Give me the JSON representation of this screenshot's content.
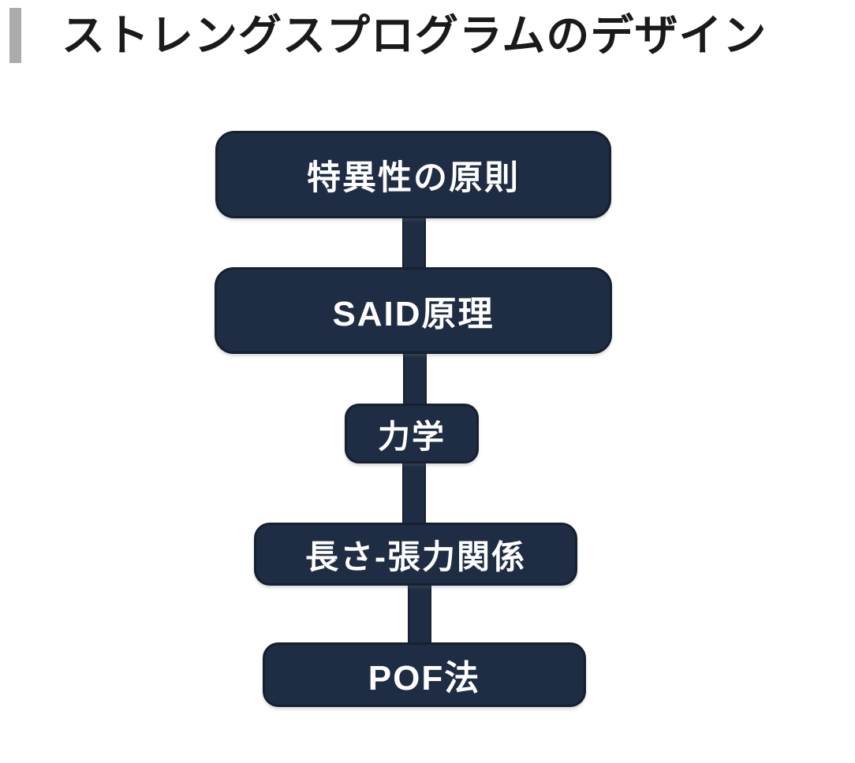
{
  "title": {
    "text": "ストレングスプログラムのデザイン"
  },
  "diagram": {
    "nodes": [
      {
        "label": "特異性の原則"
      },
      {
        "label": "SAID原理"
      },
      {
        "label": "力学"
      },
      {
        "label": "長さ-張力関係"
      },
      {
        "label": "POF法"
      }
    ],
    "colors": {
      "node_fill": "#1e2c44",
      "node_border": "#16202f",
      "node_text": "#ffffff",
      "accent_bar": "#ababab",
      "title_text": "#1a1a1a",
      "background": "#ffffff"
    }
  }
}
